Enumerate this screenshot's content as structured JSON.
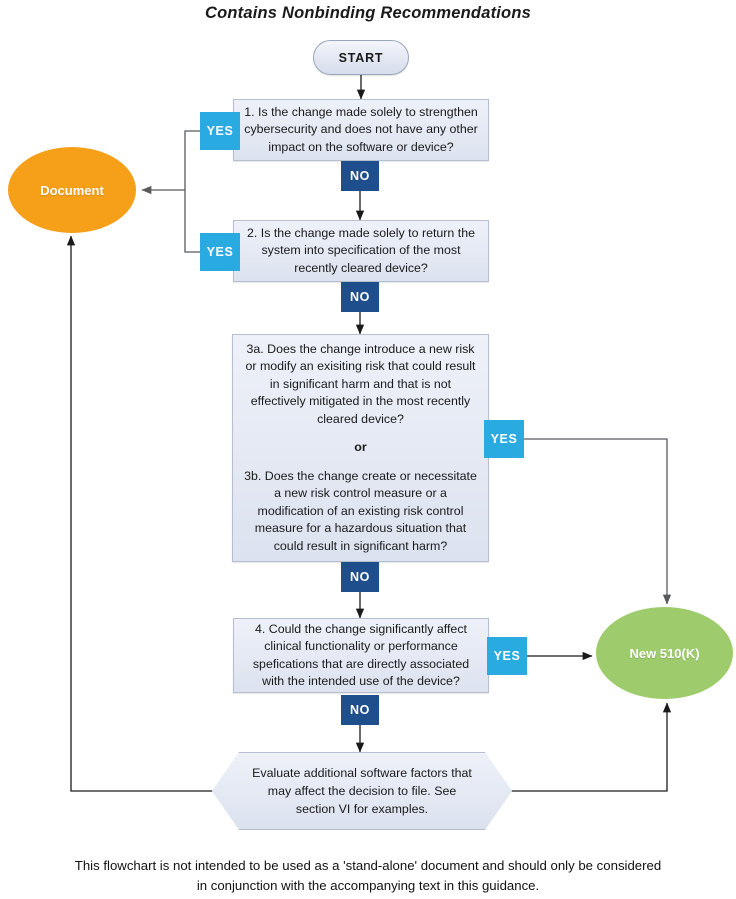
{
  "page": {
    "title": "Contains Nonbinding Recommendations",
    "footer": "This flowchart is not intended to be used as a 'stand-alone' document and should only be considered in conjunction with the accompanying text in this guidance."
  },
  "colors": {
    "yes_badge": "#29abe2",
    "no_badge": "#1f4e8c",
    "document_outcome": "#f6a01a",
    "new510k_outcome": "#9ecc6d",
    "box_fill": "#e3e8f3",
    "box_border": "#b6bfcf",
    "connector": "#58595b"
  },
  "flow": {
    "start": {
      "label": "START"
    },
    "questions": [
      {
        "id": "q1",
        "text": "1. Is the change made solely to strengthen cybersecurity and does not have any other impact on the software or device?",
        "yes_label": "YES",
        "no_label": "NO",
        "yes_target": "Document",
        "no_target": "2. Is the change made solely to return the system into specification of the most recently cleared device?"
      },
      {
        "id": "q2",
        "text": "2. Is the change made solely to return the system into specification of the most recently cleared device?",
        "yes_label": "YES",
        "no_label": "NO",
        "yes_target": "Document",
        "no_target": "3a / 3b risk question"
      },
      {
        "id": "q3",
        "text_a": "3a. Does the change introduce a new risk or modify an exisiting risk that could result in significant harm and that is not effectively mitigated in the most recently cleared device?",
        "connector_word": "or",
        "text_b": "3b. Does the change create or necessitate a new risk control measure or a modification of an existing risk control measure for a hazardous situation that could result in significant harm?",
        "yes_label": "YES",
        "no_label": "NO",
        "yes_target": "New 510(K)",
        "no_target": "4. Could the change significantly affect clinical functionality or performance spefications that are directly associated with the intended use of the device?"
      },
      {
        "id": "q4",
        "text": "4. Could the change significantly affect clinical functionality or performance spefications that are directly associated with the intended use of the device?",
        "yes_label": "YES",
        "no_label": "NO",
        "yes_target": "New 510(K)",
        "no_target": "Evaluate additional software factors"
      }
    ],
    "evaluate": {
      "text": "Evaluate additional software factors that may affect the decision to file. See section VI for examples."
    },
    "outcomes": [
      {
        "id": "document",
        "label": "Document"
      },
      {
        "id": "new510k",
        "label": "New 510(K)"
      }
    ]
  }
}
